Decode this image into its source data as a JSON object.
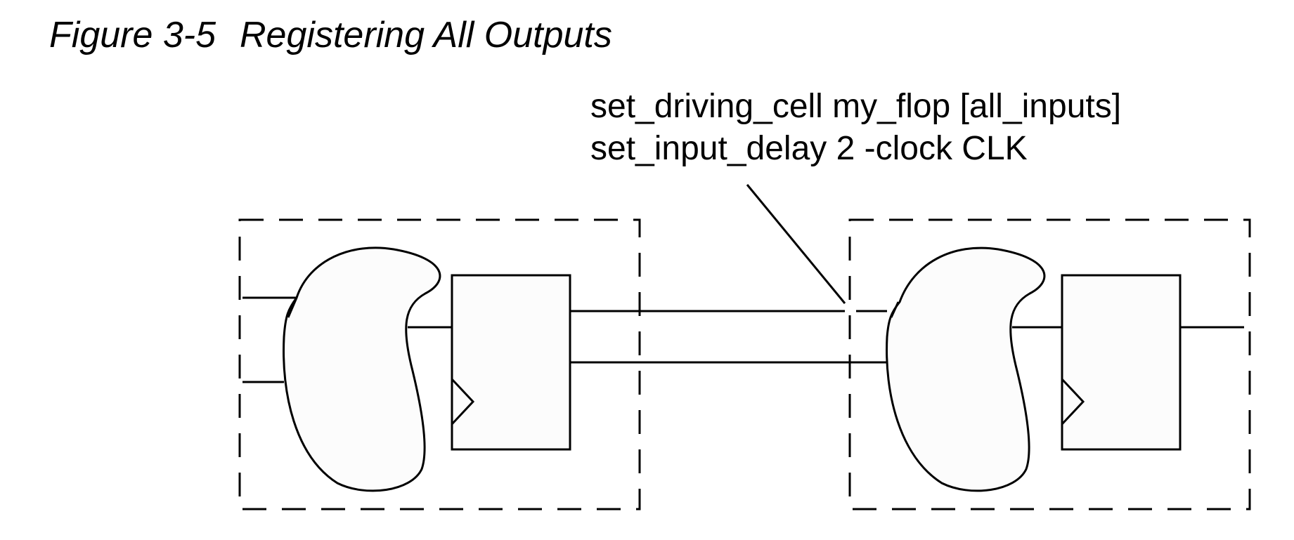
{
  "figure": {
    "number": "Figure 3-5",
    "title": "Registering All Outputs"
  },
  "annotation": {
    "line1": "set_driving_cell my_flop [all_inputs]",
    "line2": "set_input_delay 2 -clock CLK"
  },
  "colors": {
    "line": "#000000",
    "fill": "#fcfcfc",
    "background": "#ffffff"
  }
}
